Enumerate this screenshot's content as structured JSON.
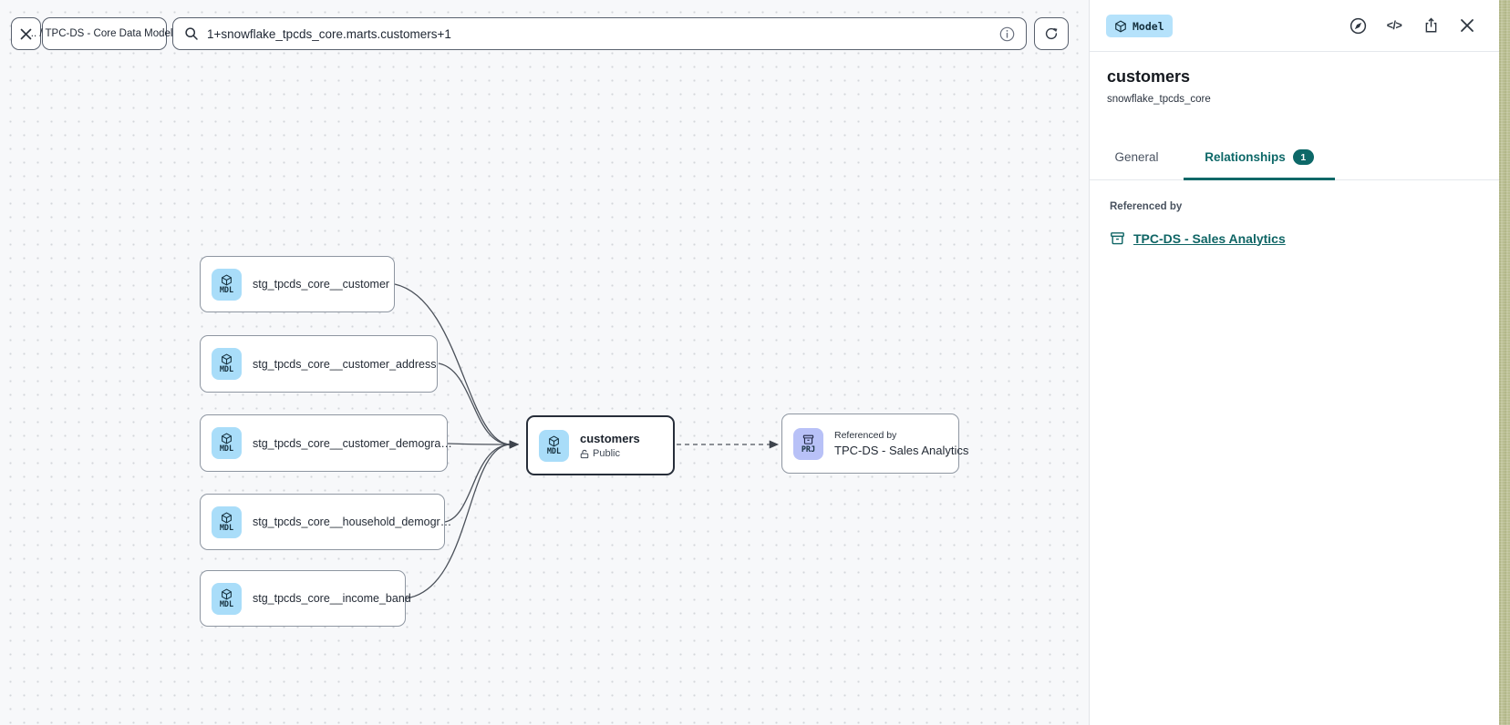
{
  "toolbar": {
    "breadcrumb": ".. / TPC-DS - Core Data Models",
    "search": {
      "value": "1+snowflake_tpcds_core.marts.customers+1"
    }
  },
  "panel": {
    "type_badge": "Model",
    "title": "customers",
    "subtitle": "snowflake_tpcds_core",
    "tabs": {
      "general": "General",
      "relationships": "Relationships",
      "relationships_count": "1"
    },
    "referenced_by_label": "Referenced by",
    "referenced_by_link": "TPC-DS - Sales Analytics"
  },
  "graph": {
    "upstream_nodes": [
      {
        "type": "MDL",
        "label": "stg_tpcds_core__customer"
      },
      {
        "type": "MDL",
        "label": "stg_tpcds_core__customer_address"
      },
      {
        "type": "MDL",
        "label": "stg_tpcds_core__customer_demogra…"
      },
      {
        "type": "MDL",
        "label": "stg_tpcds_core__household_demogr…"
      },
      {
        "type": "MDL",
        "label": "stg_tpcds_core__income_band"
      }
    ],
    "selected_node": {
      "type": "MDL",
      "title": "customers",
      "access": "Public"
    },
    "downstream_node": {
      "type": "PRJ",
      "kicker": "Referenced by",
      "title": "TPC-DS - Sales Analytics"
    }
  },
  "icons": {
    "code": "</>"
  },
  "colors": {
    "accent_teal": "#0d6868",
    "model_badge_bg": "#b5e2fb",
    "mdl_icon_bg": "#a9ddf9",
    "prj_icon_bg": "#b8c1f7",
    "canvas_bg": "#f7f8fa",
    "edge": "#4b515a"
  }
}
